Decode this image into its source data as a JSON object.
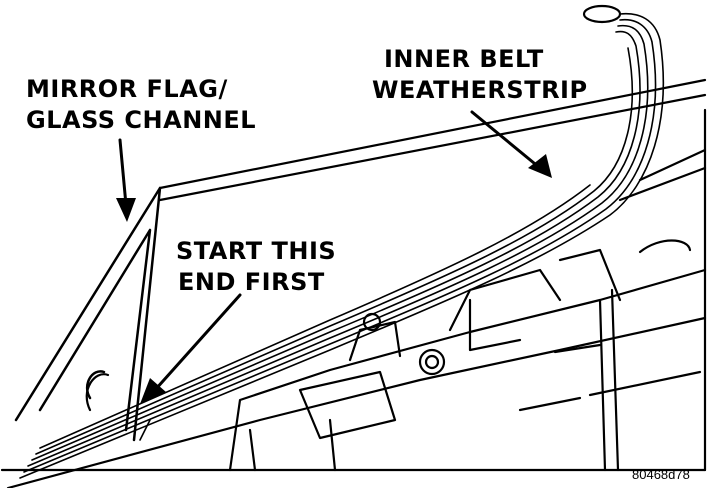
{
  "labels": {
    "mirror_flag": {
      "line1": "MIRROR FLAG/",
      "line2": "GLASS CHANNEL"
    },
    "inner_belt": {
      "line1": "INNER BELT",
      "line2": "WEATHERSTRIP"
    },
    "start_end": {
      "line1": "START THIS",
      "line2": "END FIRST"
    }
  },
  "figure_code": "80468d78",
  "colors": {
    "ink": "#000000",
    "paper": "#ffffff"
  }
}
